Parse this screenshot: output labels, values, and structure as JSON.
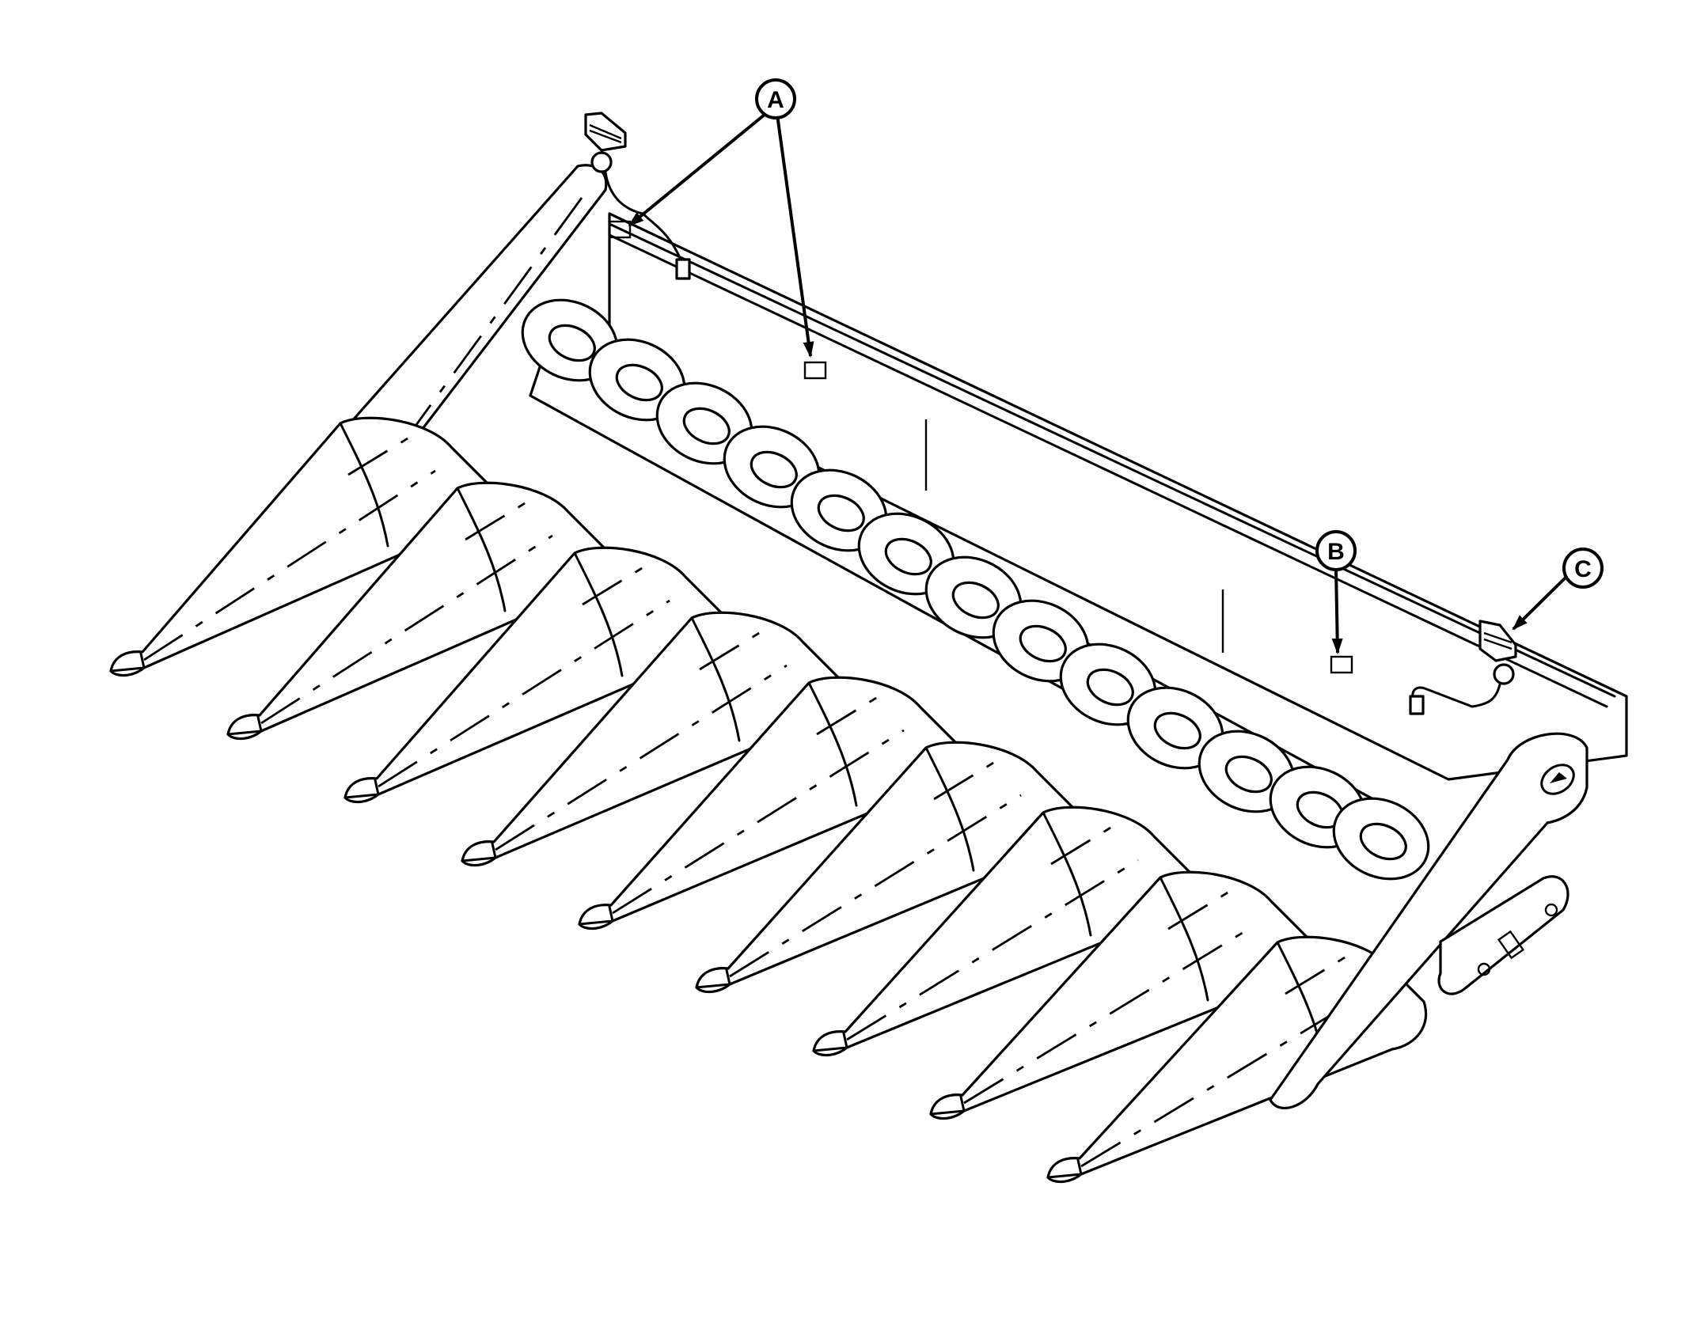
{
  "figure": {
    "callouts": [
      {
        "id": "A",
        "label": "A"
      },
      {
        "id": "B",
        "label": "B"
      },
      {
        "id": "C",
        "label": "C"
      }
    ],
    "row_dividers": 8,
    "colors": {
      "ink": "#000000",
      "paper": "#ffffff"
    }
  }
}
